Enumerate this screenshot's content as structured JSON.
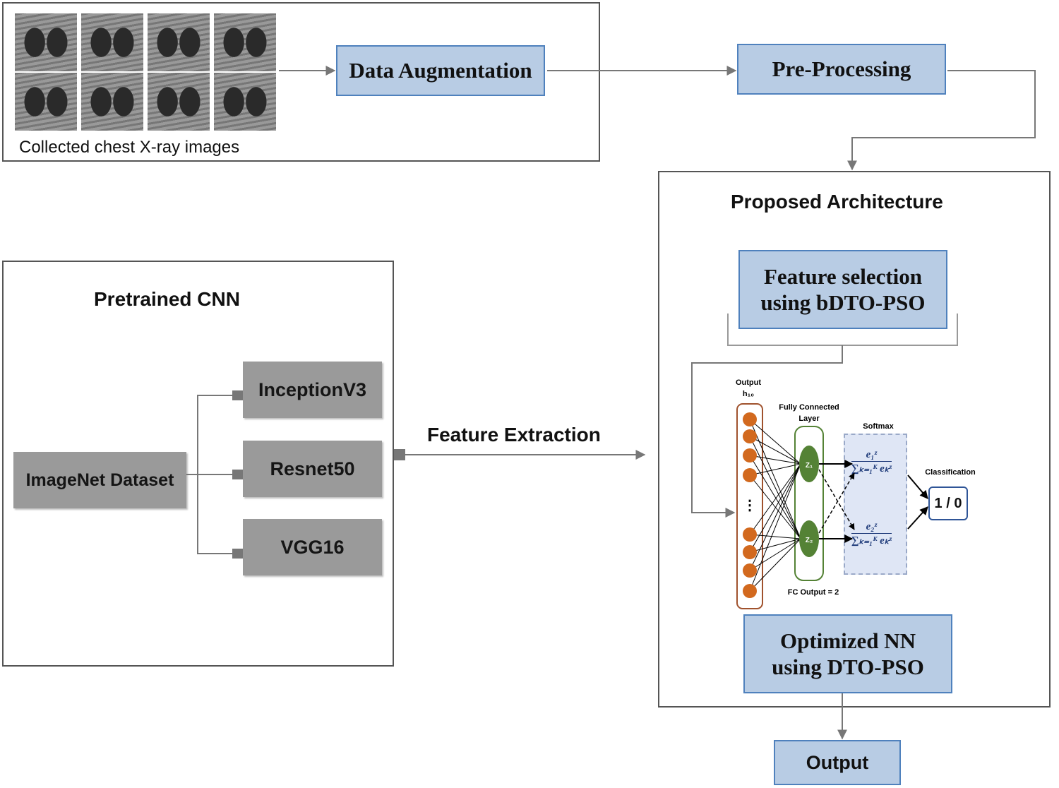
{
  "dataset_panel": {
    "caption": "Collected chest X-ray images"
  },
  "steps": {
    "data_augmentation": "Data Augmentation",
    "pre_processing": "Pre-Processing",
    "output": "Output"
  },
  "proposed": {
    "title": "Proposed Architecture",
    "feature_selection": [
      "Feature selection",
      "using bDTO-PSO"
    ],
    "optimized_nn": [
      "Optimized NN",
      "using DTO-PSO"
    ]
  },
  "pretrained": {
    "title": "Pretrained CNN",
    "source": "ImageNet Dataset",
    "models": [
      "InceptionV3",
      "Resnet50",
      "VGG16"
    ]
  },
  "feature_extraction": "Feature Extraction",
  "nn_diagram": {
    "output_label": [
      "Output",
      "h₁₀"
    ],
    "fc_label": [
      "Fully Connected",
      "Layer"
    ],
    "softmax_label": "Softmax",
    "classification_label": "Classification",
    "fc_output": "FC Output = 2",
    "nodes": [
      "Z₁",
      "Z₂"
    ],
    "result": "1 / 0",
    "softmax_num": [
      "e₁ᶻ",
      "e₂ᶻ"
    ],
    "softmax_den": "∑ₖ₌₁ᴷ eₖᶻ",
    "colors": {
      "neuron": "#d2691e",
      "fc_node": "#548235"
    }
  }
}
